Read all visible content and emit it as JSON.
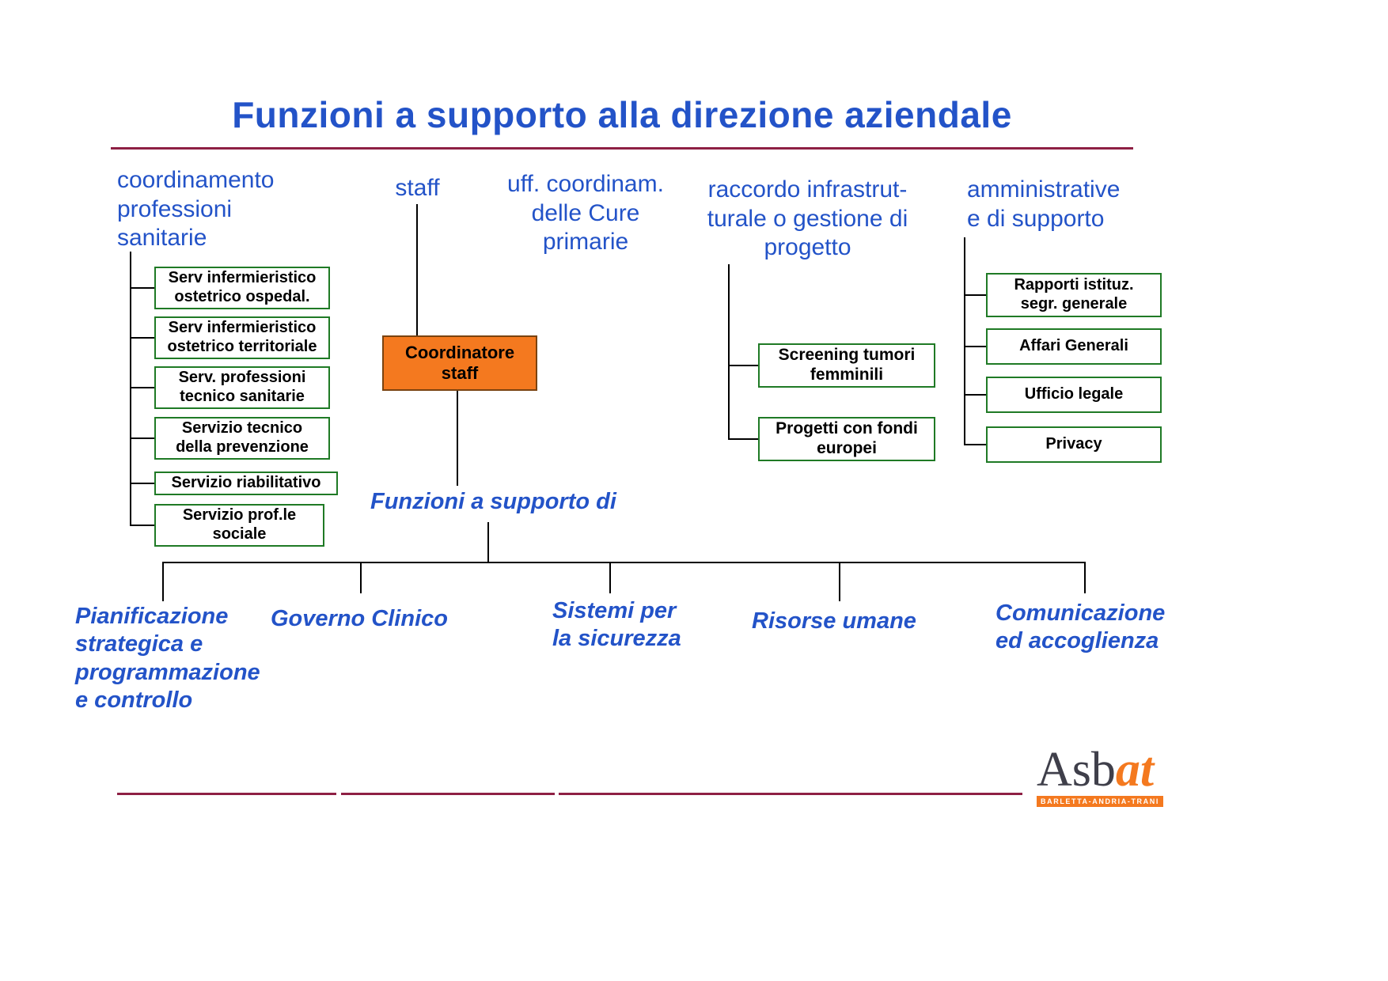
{
  "title": "Funzioni a supporto alla direzione aziendale",
  "columns": {
    "coordinamento": {
      "heading": "coordinamento\nprofessioni\nsanitarie",
      "boxes": [
        "Serv infermieristico\nostetrico ospedal.",
        "Serv infermieristico\nostetrico territoriale",
        "Serv. professioni\ntecnico sanitarie",
        "Servizio tecnico\ndella prevenzione",
        "Servizio riabilitativo",
        "Servizio prof.le\nsociale"
      ]
    },
    "staff": {
      "heading": "staff",
      "coordinator": "Coordinatore\nstaff"
    },
    "cure_primarie": {
      "heading": "uff. coordinam.\ndelle Cure\nprimarie"
    },
    "raccordo": {
      "heading": "raccordo infrastrut-\nturale o gestione di\nprogetto",
      "boxes": [
        "Screening tumori\nfemminili",
        "Progetti con fondi\neuropei"
      ]
    },
    "amministrative": {
      "heading": "amministrative\ne di supporto",
      "boxes": [
        "Rapporti istituz.\nsegr. generale",
        "Affari Generali",
        "Ufficio legale",
        "Privacy"
      ]
    }
  },
  "support_label": "Funzioni a supporto di",
  "bottom_items": [
    "Pianificazione\nstrategica e\nprogrammazione\ne controllo",
    "Governo Clinico",
    "Sistemi per\nla sicurezza",
    "Risorse umane",
    "Comunicazione\ned accoglienza"
  ],
  "logo": {
    "main": "Asb",
    "accent": "at",
    "subtext": "BARLETTA-ANDRIA-TRANI"
  },
  "colors": {
    "blue": "#2353c8",
    "maroon": "#8e2044",
    "green": "#1f7a25",
    "orange": "#f4791f"
  }
}
